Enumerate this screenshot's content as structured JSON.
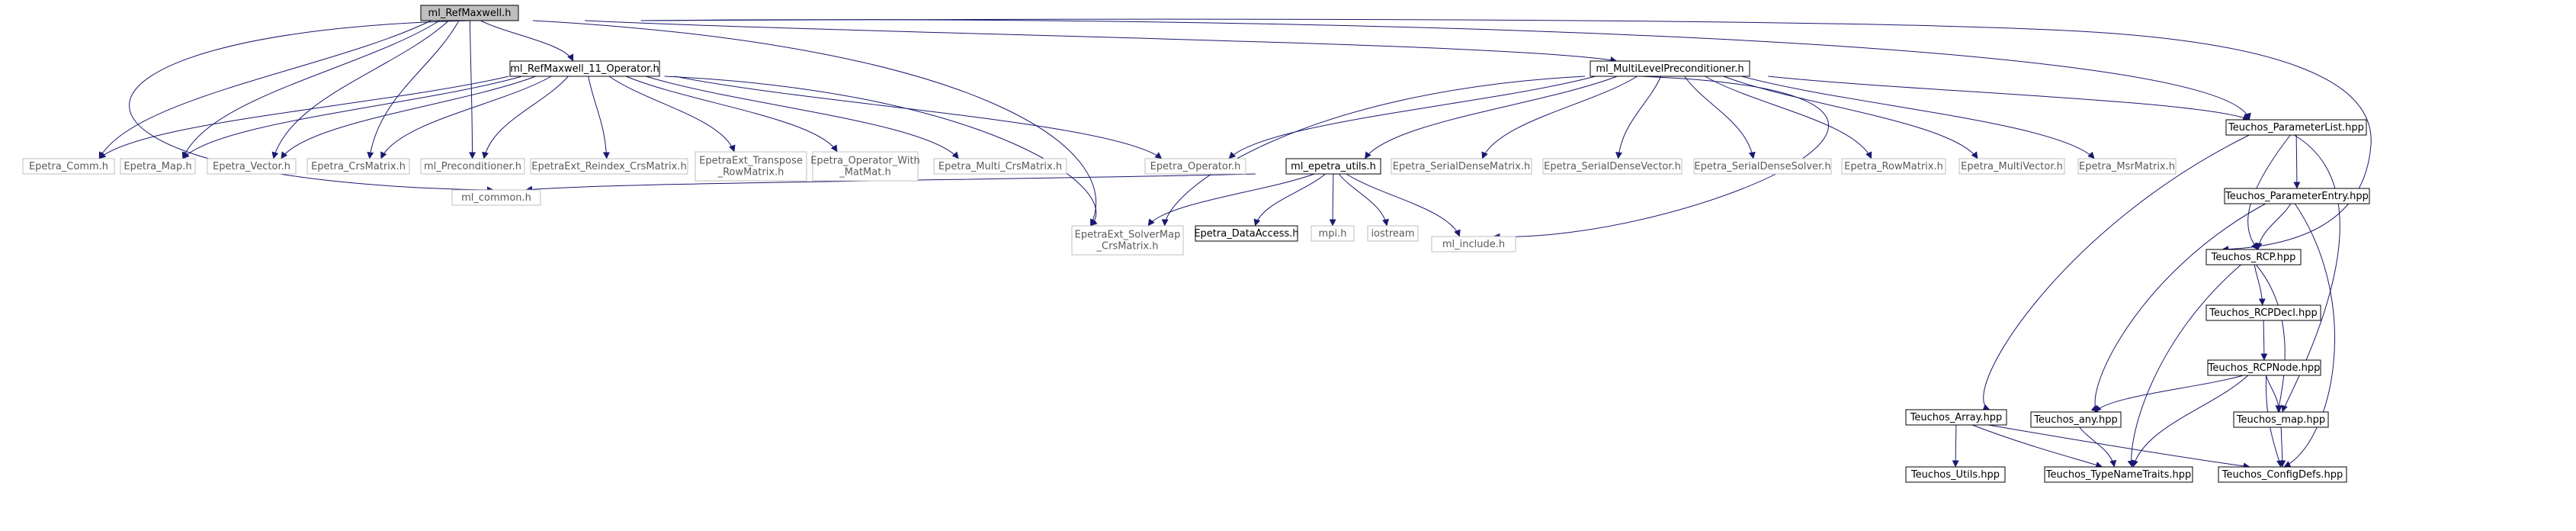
{
  "diagram": {
    "colors": {
      "edge": "#191970",
      "root_fill": "#bfbfbf",
      "root_border": "#000000",
      "documented_border": "#000000",
      "undocumented_border": "#bfbfbf",
      "node_fill": "#ffffff",
      "text": "#000000",
      "undocumented_text": "#5a5a5a"
    },
    "nodes": [
      {
        "id": "root",
        "lines": [
          "ml_RefMaxwell.h"
        ],
        "style": "root"
      },
      {
        "id": "op11",
        "lines": [
          "ml_RefMaxwell_11_Operator.h"
        ],
        "style": "documented"
      },
      {
        "id": "mlprec",
        "lines": [
          "ml_MultiLevelPreconditioner.h"
        ],
        "style": "documented"
      },
      {
        "id": "comm",
        "lines": [
          "Epetra_Comm.h"
        ],
        "style": "external"
      },
      {
        "id": "map",
        "lines": [
          "Epetra_Map.h"
        ],
        "style": "external"
      },
      {
        "id": "vector",
        "lines": [
          "Epetra_Vector.h"
        ],
        "style": "external"
      },
      {
        "id": "crsmatrix",
        "lines": [
          "Epetra_CrsMatrix.h"
        ],
        "style": "external"
      },
      {
        "id": "mlpreconditioner",
        "lines": [
          "ml_Preconditioner.h"
        ],
        "style": "external"
      },
      {
        "id": "reindex",
        "lines": [
          "EpetraExt_Reindex_CrsMatrix.h"
        ],
        "style": "external"
      },
      {
        "id": "transpose",
        "lines": [
          "EpetraExt_Transpose",
          "_RowMatrix.h"
        ],
        "style": "external"
      },
      {
        "id": "opwithmat",
        "lines": [
          "Epetra_Operator_With",
          "_MatMat.h"
        ],
        "style": "external"
      },
      {
        "id": "multicrs",
        "lines": [
          "Epetra_Multi_CrsMatrix.h"
        ],
        "style": "external"
      },
      {
        "id": "operator",
        "lines": [
          "Epetra_Operator.h"
        ],
        "style": "external"
      },
      {
        "id": "epetrautils",
        "lines": [
          "ml_epetra_utils.h"
        ],
        "style": "documented"
      },
      {
        "id": "sdm",
        "lines": [
          "Epetra_SerialDenseMatrix.h"
        ],
        "style": "external"
      },
      {
        "id": "sdv",
        "lines": [
          "Epetra_SerialDenseVector.h"
        ],
        "style": "external"
      },
      {
        "id": "sds",
        "lines": [
          "Epetra_SerialDenseSolver.h"
        ],
        "style": "external"
      },
      {
        "id": "rowmatrix",
        "lines": [
          "Epetra_RowMatrix.h"
        ],
        "style": "external"
      },
      {
        "id": "multivector",
        "lines": [
          "Epetra_MultiVector.h"
        ],
        "style": "external"
      },
      {
        "id": "msrmatrix",
        "lines": [
          "Epetra_MsrMatrix.h"
        ],
        "style": "external"
      },
      {
        "id": "paramlist",
        "lines": [
          "Teuchos_ParameterList.hpp"
        ],
        "style": "documented"
      },
      {
        "id": "mlcommon",
        "lines": [
          "ml_common.h"
        ],
        "style": "external"
      },
      {
        "id": "solvermap",
        "lines": [
          "EpetraExt_SolverMap",
          "_CrsMatrix.h"
        ],
        "style": "external"
      },
      {
        "id": "dataaccess",
        "lines": [
          "Epetra_DataAccess.h"
        ],
        "style": "documented"
      },
      {
        "id": "mpi",
        "lines": [
          "mpi.h"
        ],
        "style": "external"
      },
      {
        "id": "iostream",
        "lines": [
          "iostream"
        ],
        "style": "external"
      },
      {
        "id": "mlinclude",
        "lines": [
          "ml_include.h"
        ],
        "style": "external"
      },
      {
        "id": "paramentry",
        "lines": [
          "Teuchos_ParameterEntry.hpp"
        ],
        "style": "documented"
      },
      {
        "id": "rcp",
        "lines": [
          "Teuchos_RCP.hpp"
        ],
        "style": "documented"
      },
      {
        "id": "rcpdecl",
        "lines": [
          "Teuchos_RCPDecl.hpp"
        ],
        "style": "documented"
      },
      {
        "id": "rcpnode",
        "lines": [
          "Teuchos_RCPNode.hpp"
        ],
        "style": "documented"
      },
      {
        "id": "array",
        "lines": [
          "Teuchos_Array.hpp"
        ],
        "style": "documented"
      },
      {
        "id": "any",
        "lines": [
          "Teuchos_any.hpp"
        ],
        "style": "documented"
      },
      {
        "id": "tmap",
        "lines": [
          "Teuchos_map.hpp"
        ],
        "style": "documented"
      },
      {
        "id": "utils",
        "lines": [
          "Teuchos_Utils.hpp"
        ],
        "style": "documented"
      },
      {
        "id": "typename",
        "lines": [
          "Teuchos_TypeNameTraits.hpp"
        ],
        "style": "documented"
      },
      {
        "id": "configdefs",
        "lines": [
          "Teuchos_ConfigDefs.hpp"
        ],
        "style": "documented"
      }
    ],
    "edges": [
      [
        "root",
        "op11"
      ],
      [
        "root",
        "mlprec"
      ],
      [
        "root",
        "comm"
      ],
      [
        "root",
        "map"
      ],
      [
        "root",
        "vector"
      ],
      [
        "root",
        "crsmatrix"
      ],
      [
        "root",
        "mlpreconditioner"
      ],
      [
        "root",
        "mlcommon"
      ],
      [
        "root",
        "solvermap"
      ],
      [
        "root",
        "paramlist"
      ],
      [
        "root",
        "rcp"
      ],
      [
        "op11",
        "comm"
      ],
      [
        "op11",
        "map"
      ],
      [
        "op11",
        "vector"
      ],
      [
        "op11",
        "crsmatrix"
      ],
      [
        "op11",
        "mlpreconditioner"
      ],
      [
        "op11",
        "reindex"
      ],
      [
        "op11",
        "transpose"
      ],
      [
        "op11",
        "opwithmat"
      ],
      [
        "op11",
        "multicrs"
      ],
      [
        "op11",
        "operator"
      ],
      [
        "op11",
        "solvermap"
      ],
      [
        "mlprec",
        "operator"
      ],
      [
        "mlprec",
        "epetrautils"
      ],
      [
        "mlprec",
        "sdm"
      ],
      [
        "mlprec",
        "sdv"
      ],
      [
        "mlprec",
        "sds"
      ],
      [
        "mlprec",
        "rowmatrix"
      ],
      [
        "mlprec",
        "multivector"
      ],
      [
        "mlprec",
        "msrmatrix"
      ],
      [
        "mlprec",
        "paramlist"
      ],
      [
        "mlprec",
        "solvermap"
      ],
      [
        "mlprec",
        "mlinclude"
      ],
      [
        "epetrautils",
        "mlcommon"
      ],
      [
        "epetrautils",
        "solvermap"
      ],
      [
        "epetrautils",
        "dataaccess"
      ],
      [
        "epetrautils",
        "mpi"
      ],
      [
        "epetrautils",
        "iostream"
      ],
      [
        "epetrautils",
        "mlinclude"
      ],
      [
        "paramlist",
        "paramentry"
      ],
      [
        "paramlist",
        "rcp"
      ],
      [
        "paramlist",
        "array"
      ],
      [
        "paramlist",
        "tmap"
      ],
      [
        "paramentry",
        "rcp"
      ],
      [
        "paramentry",
        "any"
      ],
      [
        "paramentry",
        "configdefs"
      ],
      [
        "rcp",
        "rcpdecl"
      ],
      [
        "rcp",
        "tmap"
      ],
      [
        "rcp",
        "typename"
      ],
      [
        "rcpdecl",
        "rcpnode"
      ],
      [
        "rcpnode",
        "any"
      ],
      [
        "rcpnode",
        "tmap"
      ],
      [
        "rcpnode",
        "typename"
      ],
      [
        "rcpnode",
        "configdefs"
      ],
      [
        "array",
        "utils"
      ],
      [
        "array",
        "typename"
      ],
      [
        "array",
        "configdefs"
      ],
      [
        "any",
        "typename"
      ],
      [
        "tmap",
        "configdefs"
      ]
    ]
  }
}
